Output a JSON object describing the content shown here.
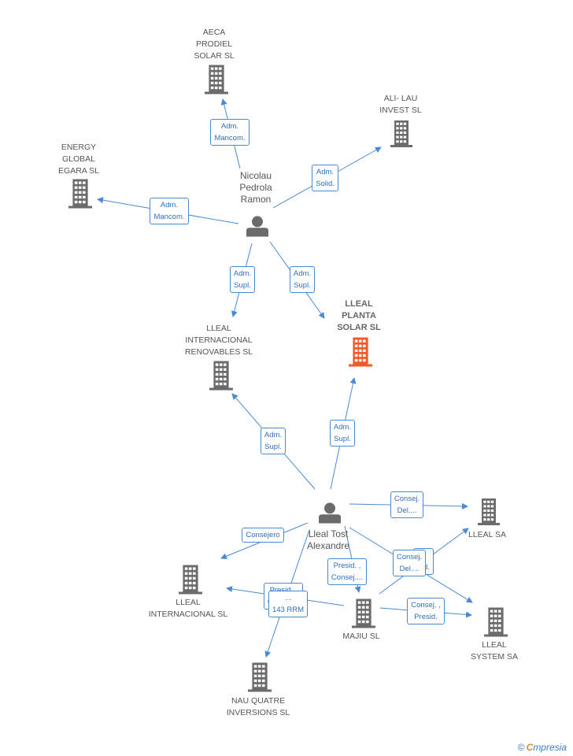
{
  "colors": {
    "edge": "#4a8ad4",
    "company": "#6b6b6b",
    "focus_company": "#f05a28",
    "person": "#6b6b6b",
    "tag_border": "#4a8ad4",
    "tag_text": "#2f6fbf"
  },
  "nodes": [
    {
      "id": "aeca",
      "type": "company",
      "label": "AECA\nPRODIEL\nSOLAR  SL"
    },
    {
      "id": "ali",
      "type": "company",
      "label": "ALI- LAU\nINVEST SL"
    },
    {
      "id": "energy",
      "type": "company",
      "label": "ENERGY\nGLOBAL\nEGARA SL"
    },
    {
      "id": "nicolau",
      "type": "person",
      "label": "Nicolau\nPedrola\nRamon"
    },
    {
      "id": "lleal_intl_renov",
      "type": "company",
      "label": "LLEAL\nINTERNACIONAL\nRENOVABLES SL"
    },
    {
      "id": "lleal_planta",
      "type": "company",
      "focus": true,
      "label": "LLEAL\nPLANTA\nSOLAR SL"
    },
    {
      "id": "lleal_tost",
      "type": "person",
      "label": "Lleal Tost\nAlexandre"
    },
    {
      "id": "lleal_sa",
      "type": "company",
      "label": "LLEAL SA"
    },
    {
      "id": "lleal_intl",
      "type": "company",
      "label": "LLEAL\nINTERNACIONAL SL"
    },
    {
      "id": "majiu",
      "type": "company",
      "label": "MAJIU SL"
    },
    {
      "id": "lleal_system",
      "type": "company",
      "label": "LLEAL\nSYSTEM SA"
    },
    {
      "id": "nau",
      "type": "company",
      "label": "NAU QUATRE\nINVERSIONS SL"
    }
  ],
  "edges": [
    {
      "from": "nicolau",
      "to": "aeca",
      "label": "Adm.\nMancom."
    },
    {
      "from": "nicolau",
      "to": "ali",
      "label": "Adm.\nSolid."
    },
    {
      "from": "nicolau",
      "to": "energy",
      "label": "Adm.\nMancom."
    },
    {
      "from": "nicolau",
      "to": "lleal_intl_renov",
      "label": "Adm.\nSupl."
    },
    {
      "from": "nicolau",
      "to": "lleal_planta",
      "label": "Adm.\nSupl."
    },
    {
      "from": "lleal_tost",
      "to": "lleal_intl_renov",
      "label": "Adm.\nSupl."
    },
    {
      "from": "lleal_tost",
      "to": "lleal_planta",
      "label": "Adm.\nSupl."
    },
    {
      "from": "lleal_tost",
      "to": "lleal_sa",
      "label": "Consej.\nDel...."
    },
    {
      "from": "lleal_tost",
      "to": "lleal_intl",
      "label": "Consejero"
    },
    {
      "from": "lleal_tost",
      "to": "majiu",
      "label": "Presid. ,\nConsej...."
    },
    {
      "from": "lleal_tost",
      "to": "nau",
      "label": "Presid. ,\nConsej...."
    },
    {
      "from": "lleal_tost",
      "to": "lleal_system",
      "label": "...\n...d."
    },
    {
      "from": "majiu",
      "to": "lleal_sa",
      "label": "Consej.\nDel...."
    },
    {
      "from": "majiu",
      "to": "lleal_system",
      "label": "Consej. ,\nPresid."
    },
    {
      "from": "majiu",
      "to": "lleal_intl",
      "label": "...\n143 RRM"
    }
  ],
  "brand": {
    "copyright": "©",
    "initial": "C",
    "rest": "mpresia"
  }
}
